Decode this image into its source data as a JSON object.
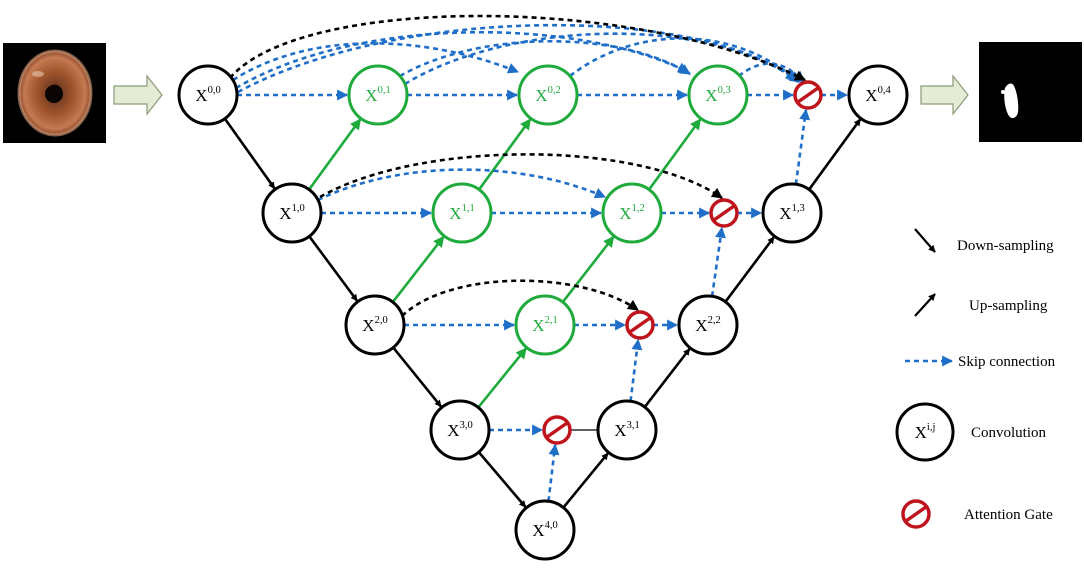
{
  "colors": {
    "black": "#000000",
    "green": "#1faa3c",
    "blue": "#1f6fc9",
    "red": "#c0141c",
    "input_arrow_fill": "#e4ecd6",
    "input_arrow_stroke": "#8a9a78"
  },
  "nodes": [
    {
      "id": "X00",
      "base": "X",
      "sup": "0,0",
      "kind": "conv"
    },
    {
      "id": "X01",
      "base": "X",
      "sup": "0,1",
      "kind": "nested"
    },
    {
      "id": "X02",
      "base": "X",
      "sup": "0,2",
      "kind": "nested"
    },
    {
      "id": "X03",
      "base": "X",
      "sup": "0,3",
      "kind": "nested"
    },
    {
      "id": "X04",
      "base": "X",
      "sup": "0,4",
      "kind": "conv"
    },
    {
      "id": "X10",
      "base": "X",
      "sup": "1,0",
      "kind": "conv"
    },
    {
      "id": "X11",
      "base": "X",
      "sup": "1,1",
      "kind": "nested"
    },
    {
      "id": "X12",
      "base": "X",
      "sup": "1,2",
      "kind": "nested"
    },
    {
      "id": "X13",
      "base": "X",
      "sup": "1,3",
      "kind": "conv"
    },
    {
      "id": "X20",
      "base": "X",
      "sup": "2,0",
      "kind": "conv"
    },
    {
      "id": "X21",
      "base": "X",
      "sup": "2,1",
      "kind": "nested"
    },
    {
      "id": "X22",
      "base": "X",
      "sup": "2,2",
      "kind": "conv"
    },
    {
      "id": "X30",
      "base": "X",
      "sup": "3,0",
      "kind": "conv"
    },
    {
      "id": "X31",
      "base": "X",
      "sup": "3,1",
      "kind": "conv"
    },
    {
      "id": "X40",
      "base": "X",
      "sup": "4,0",
      "kind": "conv"
    }
  ],
  "legend": {
    "down_sampling": "Down-sampling",
    "up_sampling": "Up-sampling",
    "skip_connection": "Skip connection",
    "node_base": "X",
    "node_sup": "i,j",
    "convolution": "Convolution",
    "attention_gate": "Attention Gate"
  },
  "images": {
    "input": "eye-image",
    "output": "segmentation-mask"
  }
}
